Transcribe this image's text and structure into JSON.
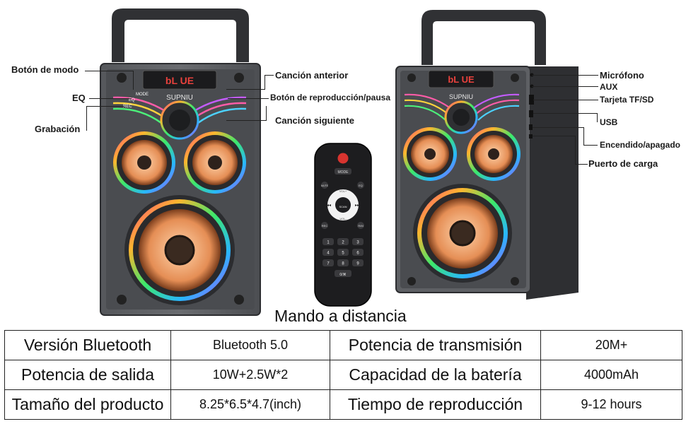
{
  "device": {
    "display_text": "bL UE",
    "brand": "SUPNIU",
    "panel_labels": [
      "MODE",
      "EQ",
      "REC"
    ],
    "colors": {
      "body": "#4a4c50",
      "panel": "#3a3c40",
      "woofer": "#f3a874",
      "display": "#e8413c"
    }
  },
  "front_callouts": {
    "mode_button": "Botón de modo",
    "eq": "EQ",
    "recording": "Grabación",
    "previous_song": "Canción anterior",
    "play_pause": "Botón de reproducción/pausa",
    "next_song": "Canción siguiente"
  },
  "side_callouts": {
    "microphone": "Micrófono",
    "aux": "AUX",
    "tf_card": "Tarjeta TF/SD",
    "usb": "USB",
    "power": "Encendido/apagado",
    "charging_port": "Puerto de carga"
  },
  "remote": {
    "caption": "Mando a distancia",
    "mode": "MODE",
    "mute": "MUTE",
    "eq": "EQ",
    "vol_up": "VOL+",
    "vol_down": "VOL-",
    "scan": "SCAN",
    "rec": "REC",
    "rm": "R/M",
    "keys": [
      "1",
      "2",
      "3",
      "4",
      "5",
      "6",
      "7",
      "8",
      "9"
    ],
    "zero_key": "0/⌘"
  },
  "specs": [
    {
      "label": "Versión Bluetooth",
      "value": "Bluetooth 5.0",
      "label2": "Potencia de transmisión",
      "value2": "20M+"
    },
    {
      "label": "Potencia de salida",
      "value": "10W+2.5W*2",
      "label2": "Capacidad de la batería",
      "value2": "4000mAh"
    },
    {
      "label": "Tamaño del producto",
      "value": "8.25*6.5*4.7(inch)",
      "label2": "Tiempo de reproducción",
      "value2": "9-12 hours"
    }
  ]
}
